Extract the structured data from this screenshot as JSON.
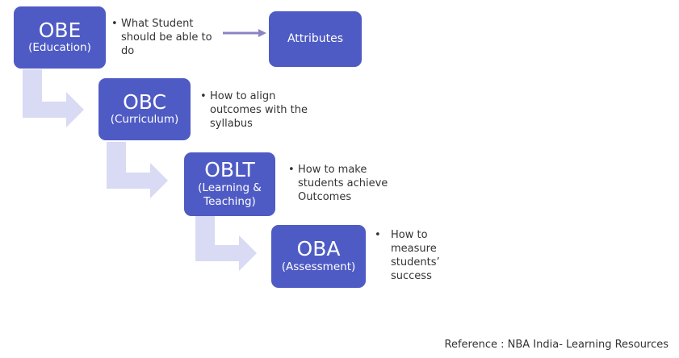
{
  "steps": [
    {
      "abbr": "OBE",
      "name": "(Education)",
      "note": [
        "What Student",
        "should be able to",
        "do"
      ]
    },
    {
      "abbr": "OBC",
      "name": "(Curriculum)",
      "note": [
        "How to align",
        "outcomes with the",
        "syllabus"
      ]
    },
    {
      "abbr": "OBLT",
      "name": "(Learning &",
      "name2": "Teaching)",
      "note": [
        "How to make",
        "students achieve",
        "Outcomes"
      ]
    },
    {
      "abbr": "OBA",
      "name": "(Assessment)",
      "note": [
        "How to",
        "measure",
        "students’",
        "success"
      ]
    }
  ],
  "attributes": {
    "label": "Attributes"
  },
  "bullet": "•",
  "reference": "Reference : NBA India- Learning Resources",
  "colors": {
    "box": "#4f5bc4",
    "arrow": "#d9daf3",
    "line_arrow": "#8b84c4"
  }
}
